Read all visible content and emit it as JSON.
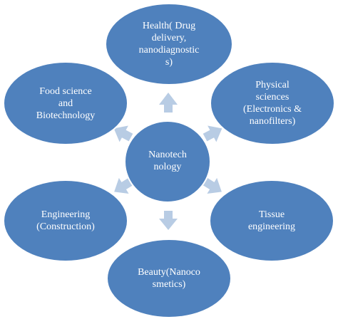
{
  "colors": {
    "node_fill": "#4F81BD",
    "node_stroke": "#FFFFFF",
    "arrow_fill": "#B8CCE4",
    "text": "#FFFFFF",
    "background": "#FFFFFF"
  },
  "center": {
    "label": "Nanotech\nnology"
  },
  "nodes": [
    {
      "id": "health",
      "label": "Health( Drug\ndelivery,\nnanodiagnostic\ns)"
    },
    {
      "id": "physical-sciences",
      "label": "Physical\nsciences\n(Electronics &\nnanofilters)"
    },
    {
      "id": "tissue-engineering",
      "label": "Tissue\nengineering"
    },
    {
      "id": "beauty",
      "label": "Beauty(Nanoco\nsmetics)"
    },
    {
      "id": "engineering",
      "label": "Engineering\n(Construction)"
    },
    {
      "id": "food-science",
      "label": "Food science\nand\nBiotechnology"
    }
  ]
}
